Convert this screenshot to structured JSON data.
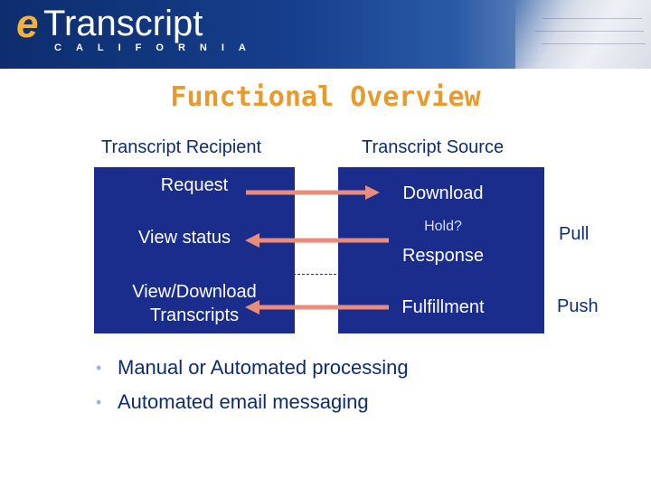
{
  "header": {
    "logo_e": "e",
    "logo_main": "Transcript",
    "logo_sub": "CALIFORNIA"
  },
  "title": "Functional Overview",
  "columns": {
    "recipient": "Transcript Recipient",
    "source": "Transcript Source"
  },
  "left_cells": {
    "request": "Request",
    "view_status": "View status",
    "view_download_line1": "View/Download",
    "view_download_line2": "Transcripts"
  },
  "right_cells": {
    "download": "Download",
    "hold": "Hold?",
    "response": "Response",
    "fulfillment": "Fulfillment"
  },
  "side_labels": {
    "pull": "Pull",
    "push": "Push"
  },
  "bullets": [
    "Manual or Automated processing",
    "Automated email messaging"
  ],
  "colors": {
    "box": "#1a2d8c",
    "arrow": "#e98c7c",
    "title": "#e89a2c",
    "text": "#0d2d6e"
  }
}
